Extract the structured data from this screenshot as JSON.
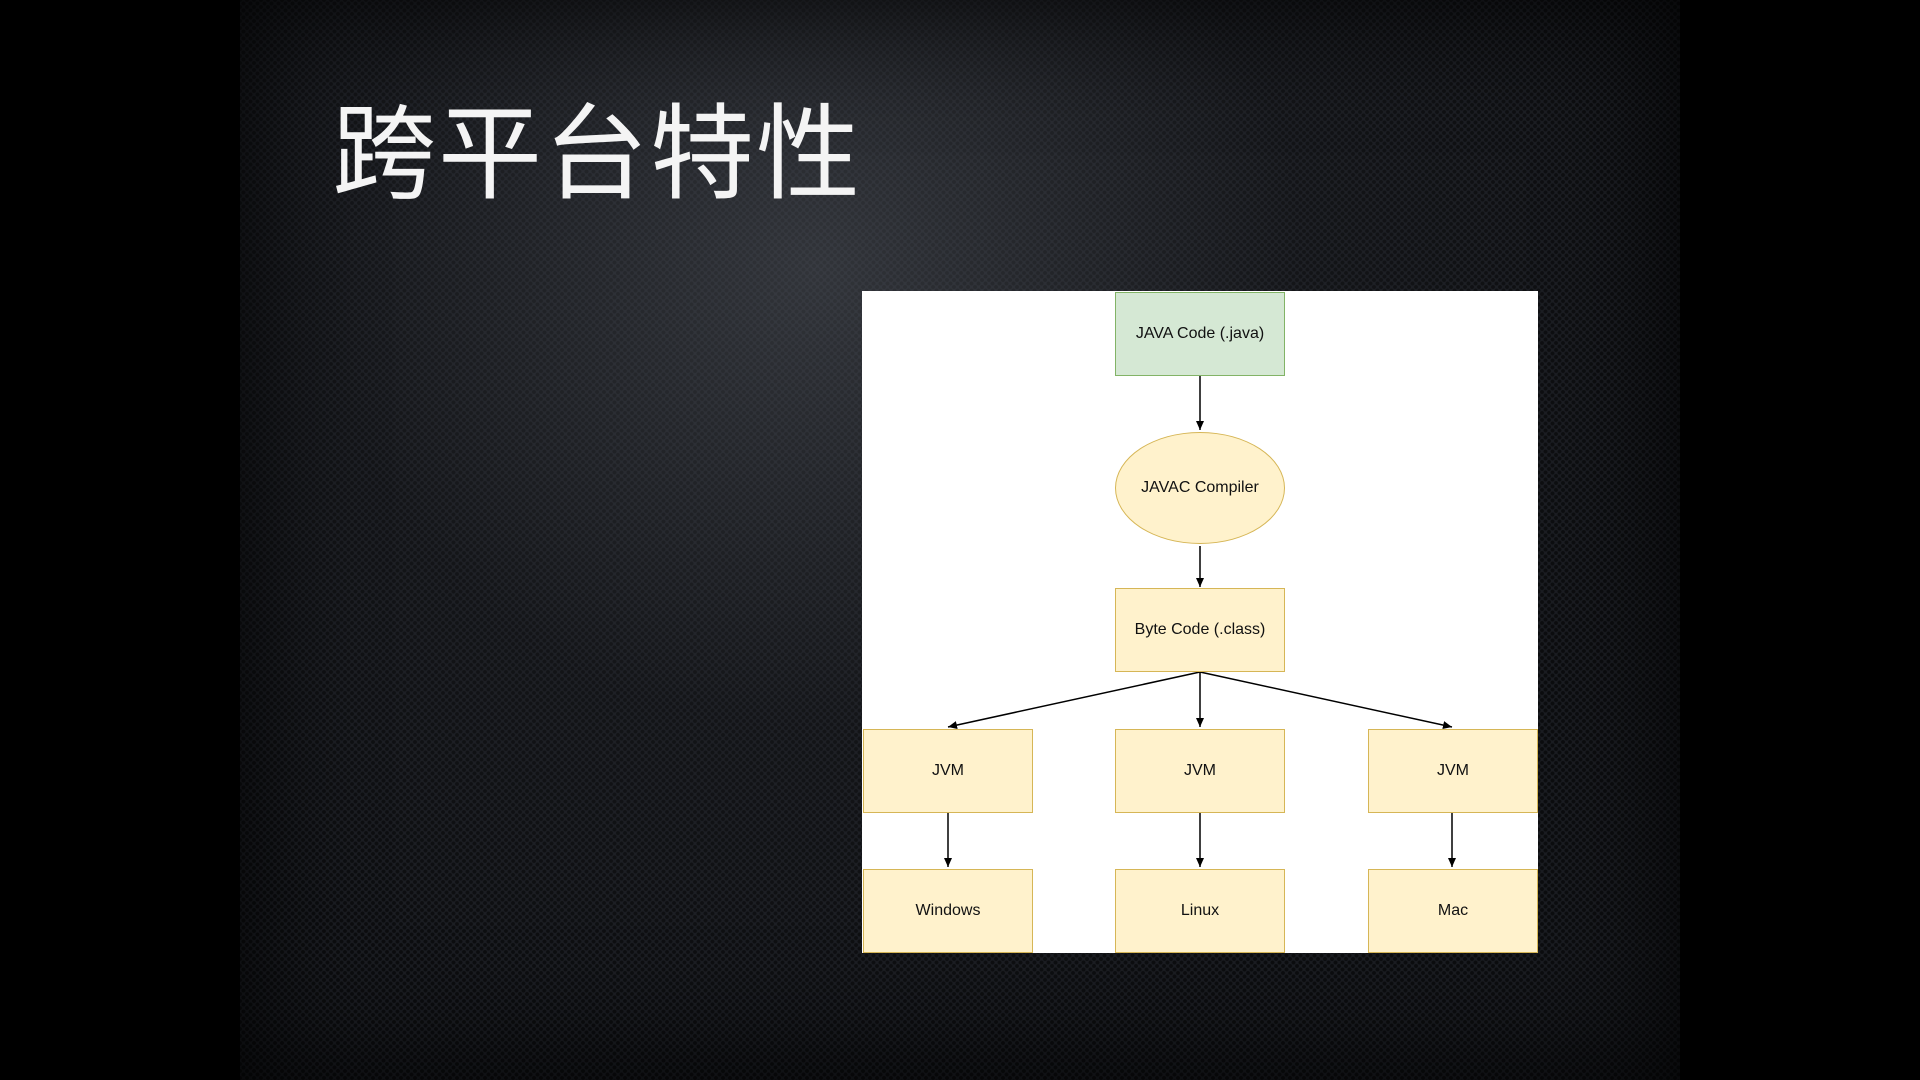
{
  "slide": {
    "title": "跨平台特性"
  },
  "diagram": {
    "nodes": {
      "java_code": "JAVA Code (.java)",
      "javac": "JAVAC Compiler",
      "byte_code": "Byte Code (.class)",
      "jvm_left": "JVM",
      "jvm_center": "JVM",
      "jvm_right": "JVM",
      "os_windows": "Windows",
      "os_linux": "Linux",
      "os_mac": "Mac"
    },
    "colors": {
      "code_fill": "#d5e8d4",
      "code_stroke": "#82b366",
      "node_fill": "#fff2cc",
      "node_stroke": "#d6b656"
    }
  }
}
